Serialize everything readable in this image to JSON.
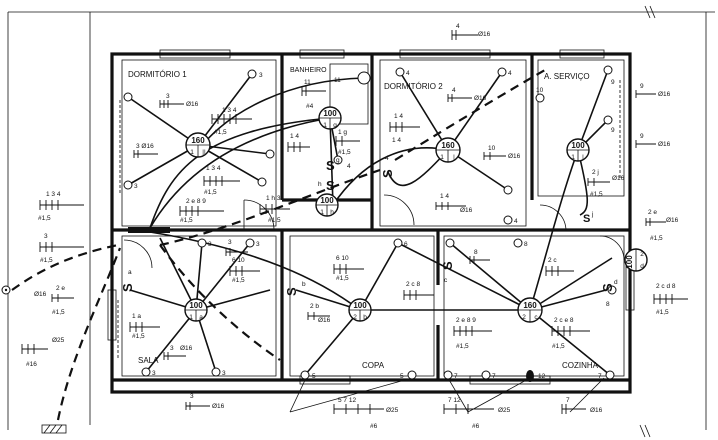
{
  "rooms": {
    "dorm1": "DORMITÓRIO 1",
    "banheiro": "BANHEIRO",
    "dorm2": "DORMITÓRIO 2",
    "servico": "A. SERVIÇO",
    "sala": "SALA",
    "copa": "COPA",
    "cozinha": "COZINHA"
  },
  "lights": {
    "l1": {
      "power": "160",
      "circuit": "1",
      "cmd": "||"
    },
    "l2": {
      "power": "100",
      "circuit": "1",
      "cmd": "g"
    },
    "l3": {
      "power": "100",
      "circuit": "1",
      "cmd": "h"
    },
    "l4": {
      "power": "160",
      "circuit": "1",
      "cmd": "|"
    },
    "l5": {
      "power": "100",
      "circuit": "1",
      "cmd": "|"
    },
    "l6": {
      "power": "100",
      "circuit": "1",
      "cmd": "a"
    },
    "l7": {
      "power": "100",
      "circuit": "2",
      "cmd": "b"
    },
    "l8": {
      "power": "160",
      "circuit": "2",
      "cmd": "c"
    },
    "l9": {
      "power": "100",
      "circuit": "2",
      "cmd": "d"
    }
  },
  "labels": {
    "n1": "3",
    "n2": "3",
    "n3": "4",
    "n4": "4",
    "n5": "9",
    "n6": "10",
    "n7": "6",
    "n8": "6",
    "n9": "8",
    "n10": "8",
    "n11": "3",
    "n12": "3",
    "n13": "5",
    "n14": "5",
    "n15": "7",
    "n16": "7",
    "n17": "12",
    "n18": "7",
    "n19": "8",
    "n20": "4",
    "n21": "4",
    "n22": "11",
    "n23": "3",
    "n24": "3",
    "c1": "3",
    "c2": "4",
    "c3": "Ø16",
    "c4": "#1,5",
    "c5": "Ø16",
    "c6": "#16",
    "c7": "Ø25",
    "c8": "#6",
    "c9": "Ø25",
    "c10": "#6",
    "c11": "Ø16",
    "c12": "#1,5",
    "c13": "1  3  4",
    "c14": "#1,5",
    "c15": "2  e",
    "c16": "#1,5",
    "s1": "S",
    "s2": "S",
    "s3": "S",
    "s4": "S",
    "s5": "S",
    "s6": "S",
    "s7": "S",
    "sw1": "4",
    "sw2": "g",
    "sw3": "h",
    "sw4": "b",
    "sw5": "c",
    "sw6": "a",
    "sw7": "d",
    "sw8": "j",
    "b1": "11",
    "b2": "#4",
    "b3": "1 g",
    "b4": "#1,5",
    "d1": "9",
    "d2": "Ø16",
    "d3": "9",
    "d4": "Ø16",
    "d5": "2 j",
    "d6": "Ø16",
    "k1": "2 e",
    "k2": "Ø16",
    "k3": "#1,5",
    "k4": "2 c  d 8",
    "k5": "#1,5",
    "p1": "2 c  8",
    "p2": "2 e 8 9",
    "p3": "#1,5",
    "p4": "2 c e 8",
    "p5": "#1,5",
    "r1": "6  10",
    "r2": "#1,5",
    "r3": "2 b",
    "r4": "Ø16",
    "r5": "1 a",
    "r6": "#1,5",
    "r7": "3",
    "r8": "Ø16",
    "r9": "3",
    "r10": "Ø16",
    "q1": "1 h  3",
    "q2": "1  4",
    "q3": "1  4",
    "q4": "#1,5",
    "q5": "10",
    "q6": "Ø16",
    "q7": "4",
    "q8": "Ø16",
    "q9": "1  4",
    "q10": "Ø16",
    "e1": "3",
    "e2": "Ø16",
    "e3": "1  3  4",
    "e4": "#1,5",
    "e5": "2  e 8 9",
    "e6": "#1,5",
    "e7": "3  Ø16",
    "e8": "1  3  4",
    "e9": "#1,5",
    "e10": "2 e",
    "e11": "6 10",
    "e12": "#1,5",
    "f1": "3",
    "f2": "Ø16",
    "f3": "7",
    "f4": "#1,5",
    "f5": "2 c",
    "f6": "8",
    "g1": "5  7  12",
    "g2": "7  12",
    "g3": "7",
    "g4": "Ø16"
  }
}
